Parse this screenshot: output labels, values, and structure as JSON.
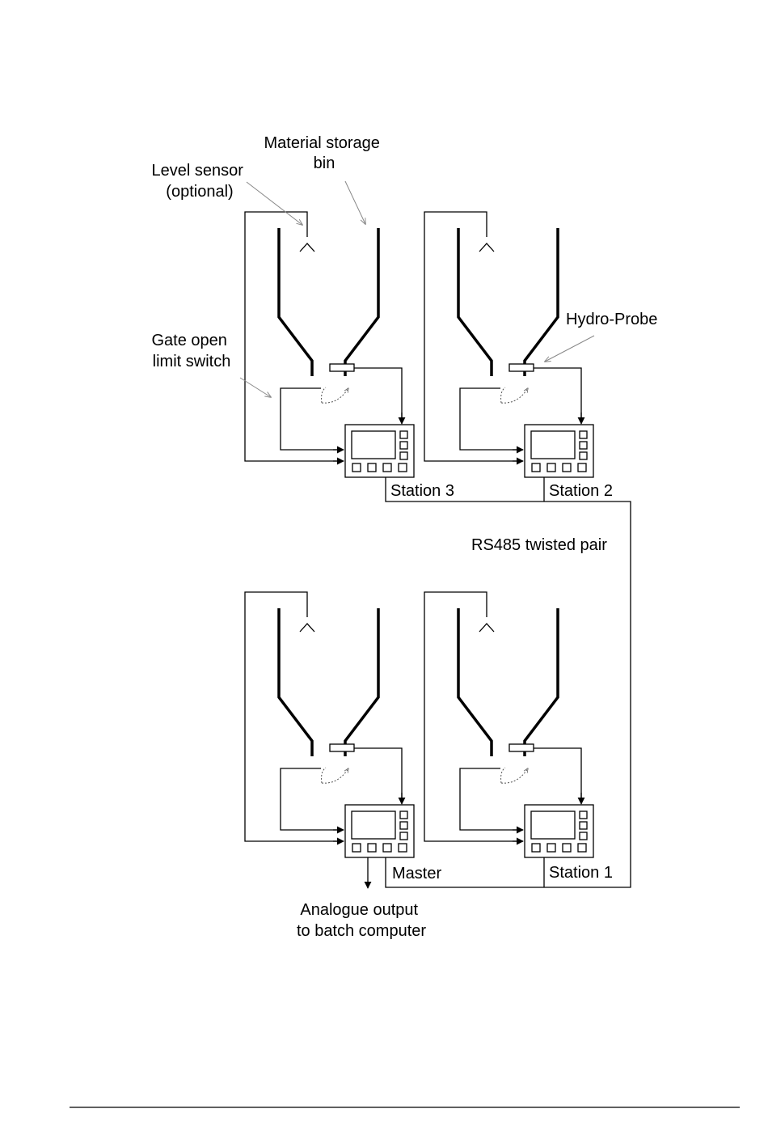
{
  "labels": {
    "material_bin": [
      "Material storage",
      "bin"
    ],
    "level_sensor": [
      "Level sensor",
      "(optional)"
    ],
    "gate_switch": [
      "Gate open",
      "limit switch"
    ],
    "hydro_probe": "Hydro-Probe",
    "rs485": "RS485 twisted pair",
    "analogue_output": [
      "Analogue output",
      "to batch computer"
    ]
  },
  "stations": [
    {
      "id": "station-3",
      "label": "Station 3"
    },
    {
      "id": "station-2",
      "label": "Station 2"
    },
    {
      "id": "master",
      "label": "Master"
    },
    {
      "id": "station-1",
      "label": "Station 1"
    }
  ]
}
